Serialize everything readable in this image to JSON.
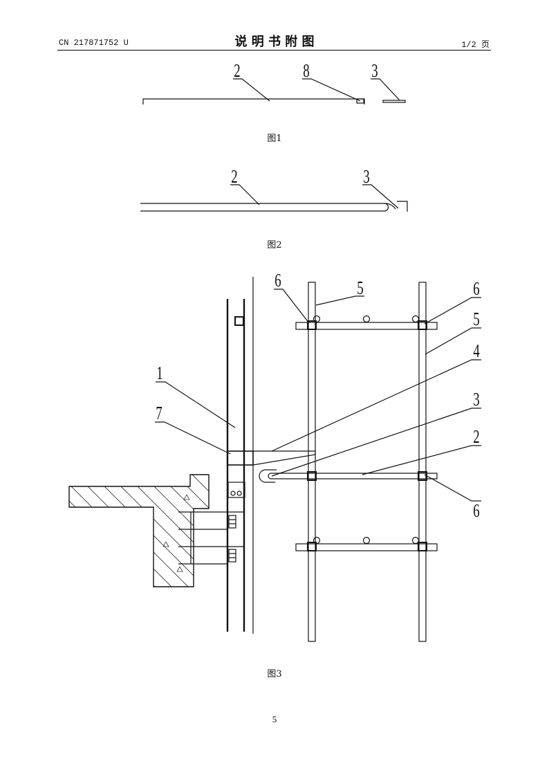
{
  "header": {
    "doc_number": "CN 217871752 U",
    "title": "说 明 书 附 图",
    "page_marker": "1/2 页"
  },
  "figures": [
    {
      "caption": "图1",
      "labels": [
        "2",
        "8",
        "3"
      ]
    },
    {
      "caption": "图2",
      "labels": [
        "2",
        "3"
      ]
    },
    {
      "caption": "图3",
      "labels": [
        "6",
        "5",
        "6",
        "5",
        "4",
        "3",
        "2",
        "6",
        "1",
        "7"
      ]
    }
  ],
  "footer": {
    "page_number": "5"
  }
}
